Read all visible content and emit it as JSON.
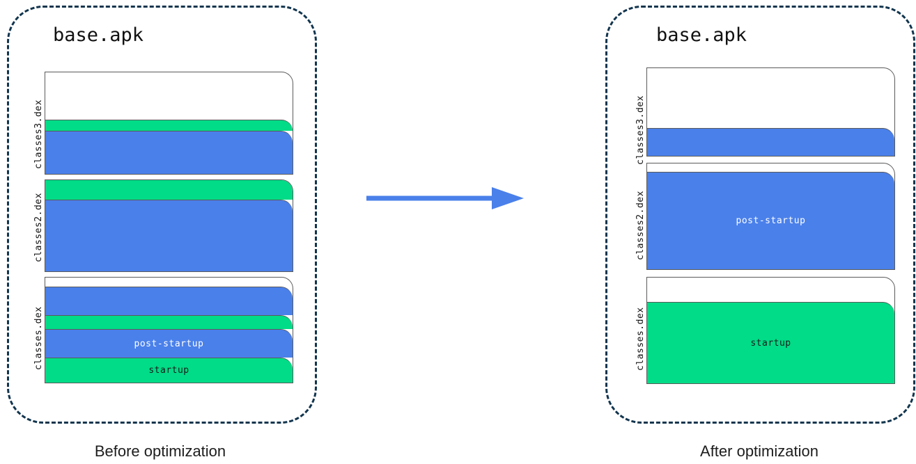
{
  "panels": [
    {
      "id": "before",
      "title": "base.apk",
      "caption": "Before optimization",
      "dex_files": [
        {
          "name": "classes3.dex",
          "layers": [
            {
              "type": "empty",
              "label": "",
              "height": 69
            },
            {
              "type": "startup",
              "label": "",
              "height": 16
            },
            {
              "type": "post-startup",
              "label": "",
              "height": 62
            }
          ]
        },
        {
          "name": "classes2.dex",
          "layers": [
            {
              "type": "empty",
              "label": "",
              "height": 18
            },
            {
              "type": "startup",
              "label": "",
              "height": 44
            },
            {
              "type": "post-startup",
              "label": "",
              "height": 103
            }
          ]
        },
        {
          "name": "classes.dex",
          "layers": [
            {
              "type": "empty",
              "label": "",
              "height": 17
            },
            {
              "type": "post-startup",
              "label": "",
              "height": 41
            },
            {
              "type": "startup",
              "label": "",
              "height": 20
            },
            {
              "type": "post-startup",
              "label": "post-startup",
              "height": 41
            },
            {
              "type": "startup",
              "label": "startup",
              "height": 36
            }
          ]
        }
      ]
    },
    {
      "id": "after",
      "title": "base.apk",
      "caption": "After optimization",
      "dex_files": [
        {
          "name": "classes3.dex",
          "layers": [
            {
              "type": "empty",
              "label": "",
              "height": 88
            },
            {
              "type": "post-startup",
              "label": "",
              "height": 40
            }
          ]
        },
        {
          "name": "classes2.dex",
          "layers": [
            {
              "type": "empty",
              "label": "",
              "height": 14
            },
            {
              "type": "post-startup",
              "label": "post-startup",
              "height": 140
            }
          ]
        },
        {
          "name": "classes.dex",
          "layers": [
            {
              "type": "empty",
              "label": "",
              "height": 37
            },
            {
              "type": "startup",
              "label": "startup",
              "height": 117
            }
          ]
        }
      ]
    }
  ],
  "arrow": {
    "name": "transformation-arrow",
    "direction": "right",
    "color": "#4a80ea"
  },
  "colors": {
    "startup": "#00dc87",
    "post_startup": "#4a80ea",
    "container_border": "#12354e",
    "box_border": "#5a5a5a",
    "background": "#ffffff",
    "text": "#111111"
  }
}
